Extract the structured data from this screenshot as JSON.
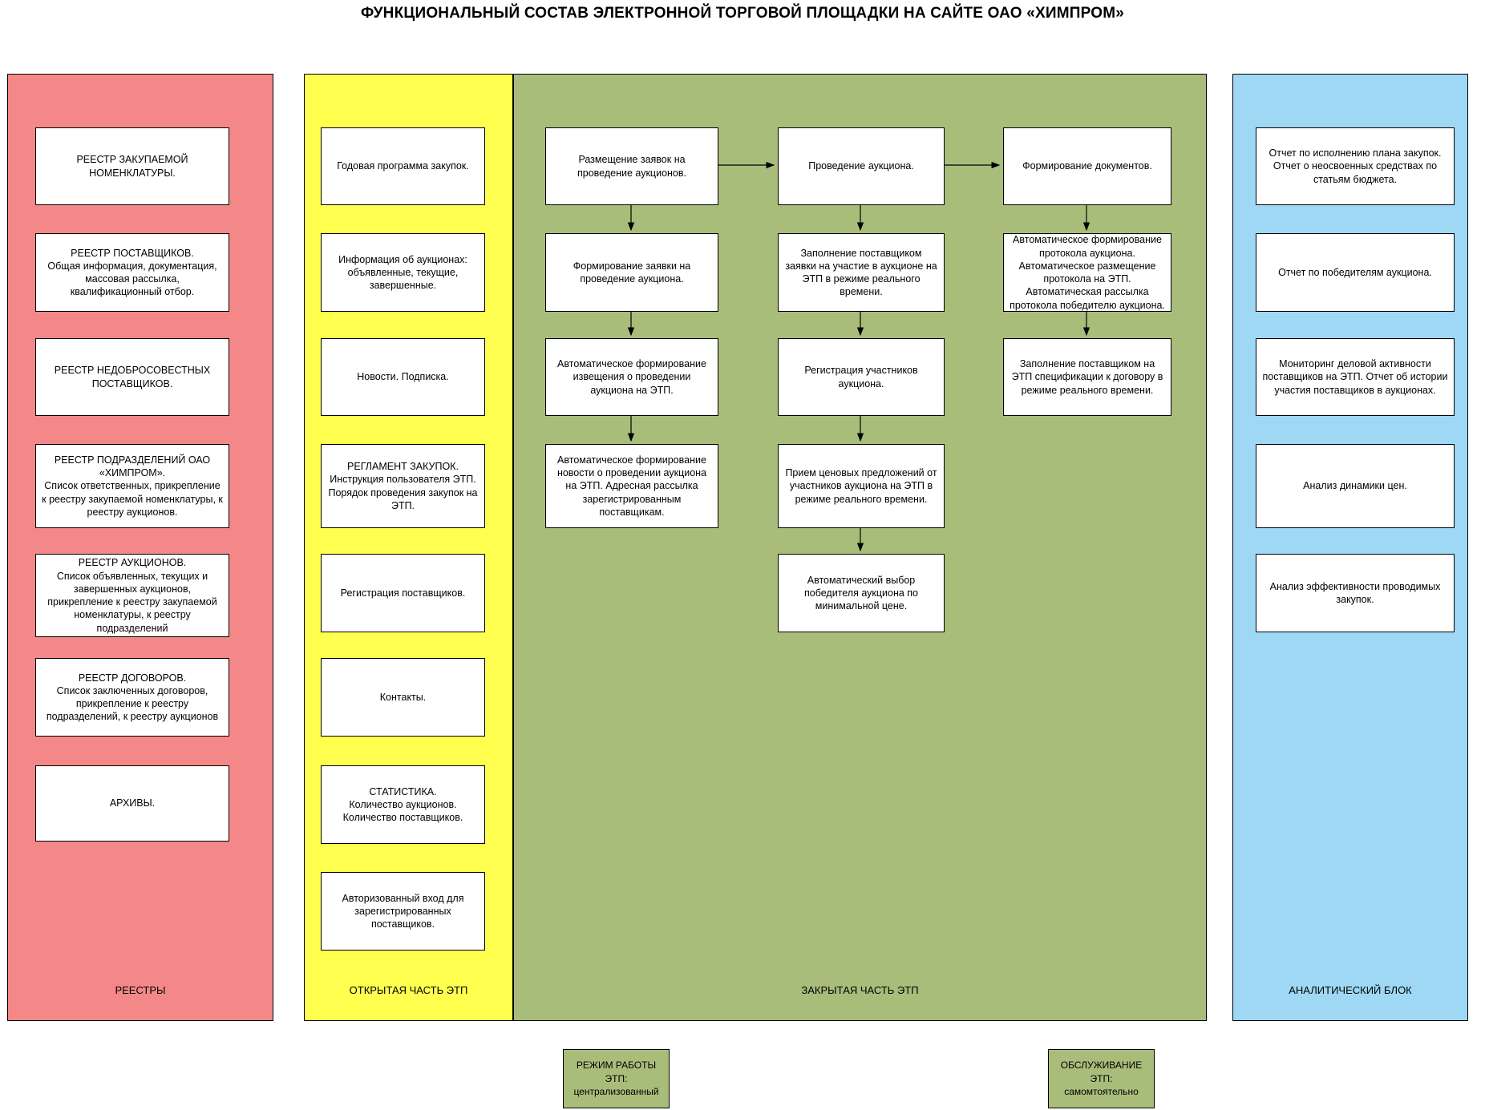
{
  "title": "ФУНКЦИОНАЛЬНЫЙ СОСТАВ ЭЛЕКТРОННОЙ ТОРГОВОЙ ПЛОЩАДКИ НА САЙТЕ ОАО «ХИМПРОМ»",
  "colors": {
    "registries_panel": "#f48888",
    "open_part_panel": "#ffff4f",
    "closed_part_panel": "#a9bd7b",
    "analytics_panel": "#9fd8f5",
    "footer_boxes": "#a9bd7b",
    "box_background": "#ffffff",
    "line": "#000000"
  },
  "panels": {
    "registries": {
      "label": "РЕЕСТРЫ",
      "boxes": [
        "РЕЕСТР ЗАКУПАЕМОЙ НОМЕНКЛАТУРЫ.",
        "РЕЕСТР ПОСТАВЩИКОВ.\nОбщая информация, документация, массовая рассылка, квалификационный отбор.",
        "РЕЕСТР НЕДОБРОСОВЕСТНЫХ ПОСТАВЩИКОВ.",
        "РЕЕСТР ПОДРАЗДЕЛЕНИЙ ОАО «ХИМПРОМ».\nСписок ответственных, прикрепление к реестру закупаемой номенклатуры, к реестру аукционов.",
        "РЕЕСТР АУКЦИОНОВ.\nСписок объявленных, текущих и завершенных аукционов, прикрепление к реестру закупаемой номенклатуры, к реестру подразделений",
        "РЕЕСТР ДОГОВОРОВ.\nСписок заключенных договоров, прикрепление к реестру подразделений, к реестру аукционов",
        "АРХИВЫ."
      ]
    },
    "open_part": {
      "label": "ОТКРЫТАЯ ЧАСТЬ ЭТП",
      "boxes": [
        "Годовая программа закупок.",
        "Информация об аукционах:\nобъявленные, текущие, завершенные.",
        "Новости. Подписка.",
        "РЕГЛАМЕНТ ЗАКУПОК.\nИнструкция пользователя ЭТП. Порядок проведения закупок на ЭТП.",
        "Регистрация поставщиков.",
        "Контакты.",
        "СТАТИСТИКА.\nКоличество аукционов. Количество поставщиков.",
        "Авторизованный вход для зарегистрированных поставщиков."
      ]
    },
    "closed_part": {
      "label": "ЗАКРЫТАЯ ЧАСТЬ ЭТП",
      "flow_requests": [
        "Размещение заявок на проведение аукционов.",
        "Формирование заявки на проведение аукциона.",
        "Автоматическое формирование извещения о проведении аукциона на ЭТП.",
        "Автоматическое формирование новости о проведении аукциона на ЭТП. Адресная рассылка зарегистрированным поставщикам."
      ],
      "flow_auction": [
        "Проведение аукциона.",
        "Заполнение поставщиком заявки на участие в аукционе на ЭТП в режиме реального времени.",
        "Регистрация участников аукциона.",
        "Прием ценовых предложений от участников аукциона на ЭТП в режиме реального времени.",
        "Автоматический выбор победителя аукциона по минимальной цене."
      ],
      "flow_documents": [
        "Формирование документов.",
        "Автоматическое формирование протокола аукциона. Автоматическое размещение протокола на ЭТП. Автоматическая рассылка протокола победителю аукциона.",
        "Заполнение поставщиком на ЭТП спецификации к договору в режиме реального времени."
      ]
    },
    "analytics": {
      "label": "АНАЛИТИЧЕСКИЙ БЛОК",
      "boxes": [
        "Отчет по исполнению плана закупок. Отчет о неосвоенных средствах по статьям бюджета.",
        "Отчет по победителям аукциона.",
        "Мониторинг деловой активности поставщиков на ЭТП. Отчет об истории участия поставщиков в аукционах.",
        "Анализ динамики цен.",
        "Анализ эффективности проводимых закупок."
      ]
    }
  },
  "footer": {
    "mode": "РЕЖИМ РАБОТЫ ЭТП:\nцентрализованный",
    "service": "ОБСЛУЖИВАНИЕ ЭТП:\nсамомтоятельно"
  }
}
